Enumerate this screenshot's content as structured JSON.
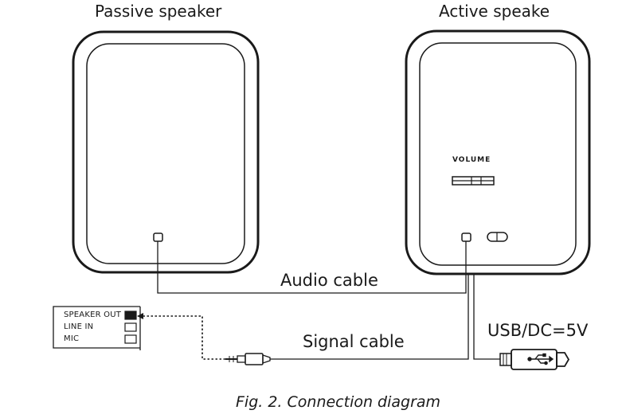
{
  "speakers": {
    "passive_label": "Passive speaker",
    "active_label": "Active speake",
    "volume_label": "VOLUME"
  },
  "cables": {
    "audio": "Audio cable",
    "signal": "Signal cable",
    "usb": "USB/DC=5V"
  },
  "computer_panel": {
    "ports": [
      "SPEAKER OUT",
      "LINE IN",
      "MIC"
    ]
  },
  "caption": "Fig. 2. Connection diagram"
}
